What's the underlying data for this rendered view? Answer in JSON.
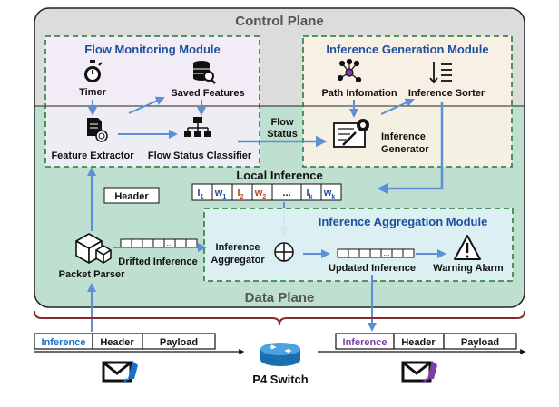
{
  "planes": {
    "control": "Control Plane",
    "data": "Data Plane"
  },
  "modules": {
    "flow_monitoring": {
      "title": "Flow Monitoring Module",
      "timer": "Timer",
      "saved_features": "Saved Features",
      "feature_extractor": "Feature Extractor",
      "flow_status_classifier": "Flow Status Classifier"
    },
    "inference_generation": {
      "title": "Inference Generation Module",
      "path_information": "Path Infomation",
      "inference_sorter": "Inference Sorter",
      "inference_generator_line1": "Inference",
      "inference_generator_line2": "Generator"
    },
    "inference_aggregation": {
      "title": "Inference Aggregation Module",
      "aggregator_line1": "Inference",
      "aggregator_line2": "Aggregator",
      "updated_inference": "Updated Inference",
      "warning_alarm": "Warning Alarm"
    }
  },
  "flow_status": {
    "line1": "Flow",
    "line2": "Status"
  },
  "local_inference": {
    "title": "Local Inference",
    "cells": [
      {
        "base": "I",
        "sub": "1",
        "color": "#1f4e9c"
      },
      {
        "base": "w",
        "sub": "1",
        "color": "#1f4e9c"
      },
      {
        "base": "I",
        "sub": "2",
        "color": "#b5451b"
      },
      {
        "base": "w",
        "sub": "2",
        "color": "#b5451b"
      },
      {
        "base": "...",
        "sub": "",
        "color": "#111111"
      },
      {
        "base": "I",
        "sub": "k",
        "color": "#1f4e9c"
      },
      {
        "base": "w",
        "sub": "k",
        "color": "#1f4e9c"
      }
    ]
  },
  "header_box": "Header",
  "drifted_inference": "Drifted Inference",
  "packet_parser": "Packet Parser",
  "packet_in": {
    "inference": "Inference",
    "header": "Header",
    "payload": "Payload",
    "inference_color": "#1a6fc4"
  },
  "packet_out": {
    "inference": "Inference",
    "header": "Header",
    "payload": "Payload",
    "inference_color": "#7b3fa3"
  },
  "switch_label": "P4 Switch",
  "ellipsis": "...",
  "colors": {
    "arrow": "#5b8fd8",
    "control_bg": "#dcdcdc",
    "data_bg": "#bfe0d0",
    "fm_bg": "#f6eefa",
    "ig_bg": "#fdf3e6",
    "ia_bg": "#dff2f7",
    "dash": "#3c8a4a",
    "brace": "#8b2a2a"
  }
}
